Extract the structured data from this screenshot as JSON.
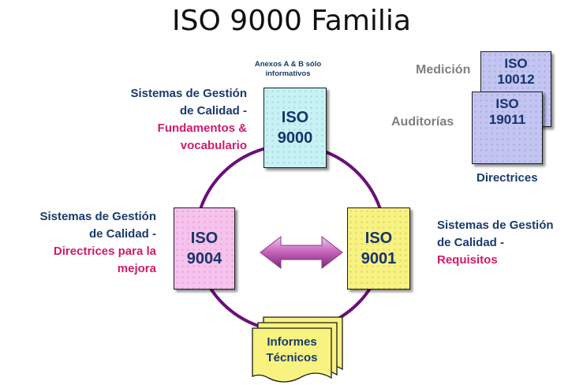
{
  "title": "ISO 9000 Familia",
  "annex_note": {
    "line1": "Anexos  A & B sólo",
    "line2": "informativos"
  },
  "boxes": {
    "iso9000": {
      "l1": "ISO",
      "l2": "9000",
      "color": "#c6f2f6"
    },
    "iso9004": {
      "l1": "ISO",
      "l2": "9004",
      "color": "#f8c2ee"
    },
    "iso9001": {
      "l1": "ISO",
      "l2": "9001",
      "color": "#f8f281"
    },
    "iso10012": {
      "l1": "ISO",
      "l2": "10012",
      "color": "#c2c4f2"
    },
    "iso19011": {
      "l1": "ISO",
      "l2": "19011",
      "color": "#c2c4f2"
    }
  },
  "labels": {
    "top": {
      "blue1": "Sistemas de Gestión",
      "blue2": "de Calidad -",
      "pink1": "Fundamentos &",
      "pink2": "vocabulario"
    },
    "left": {
      "blue1": "Sistemas de Gestión",
      "blue2": "de Calidad -",
      "pink1": "Directrices para la",
      "pink2": "mejora"
    },
    "right": {
      "blue1": "Sistemas de Gestión",
      "blue2": "de Calidad -",
      "pink1": "Requisitos"
    }
  },
  "medicion": "Medición",
  "auditorias": "Auditorías",
  "directrices": "Directrices",
  "informes": {
    "l1": "Informes",
    "l2": "Técnicos",
    "color": "#f8f281"
  },
  "colors": {
    "ring": "#6a0f78",
    "blue_text": "#1a3a6e",
    "pink_text": "#d11a6a",
    "arrow": "#c45fb8"
  }
}
